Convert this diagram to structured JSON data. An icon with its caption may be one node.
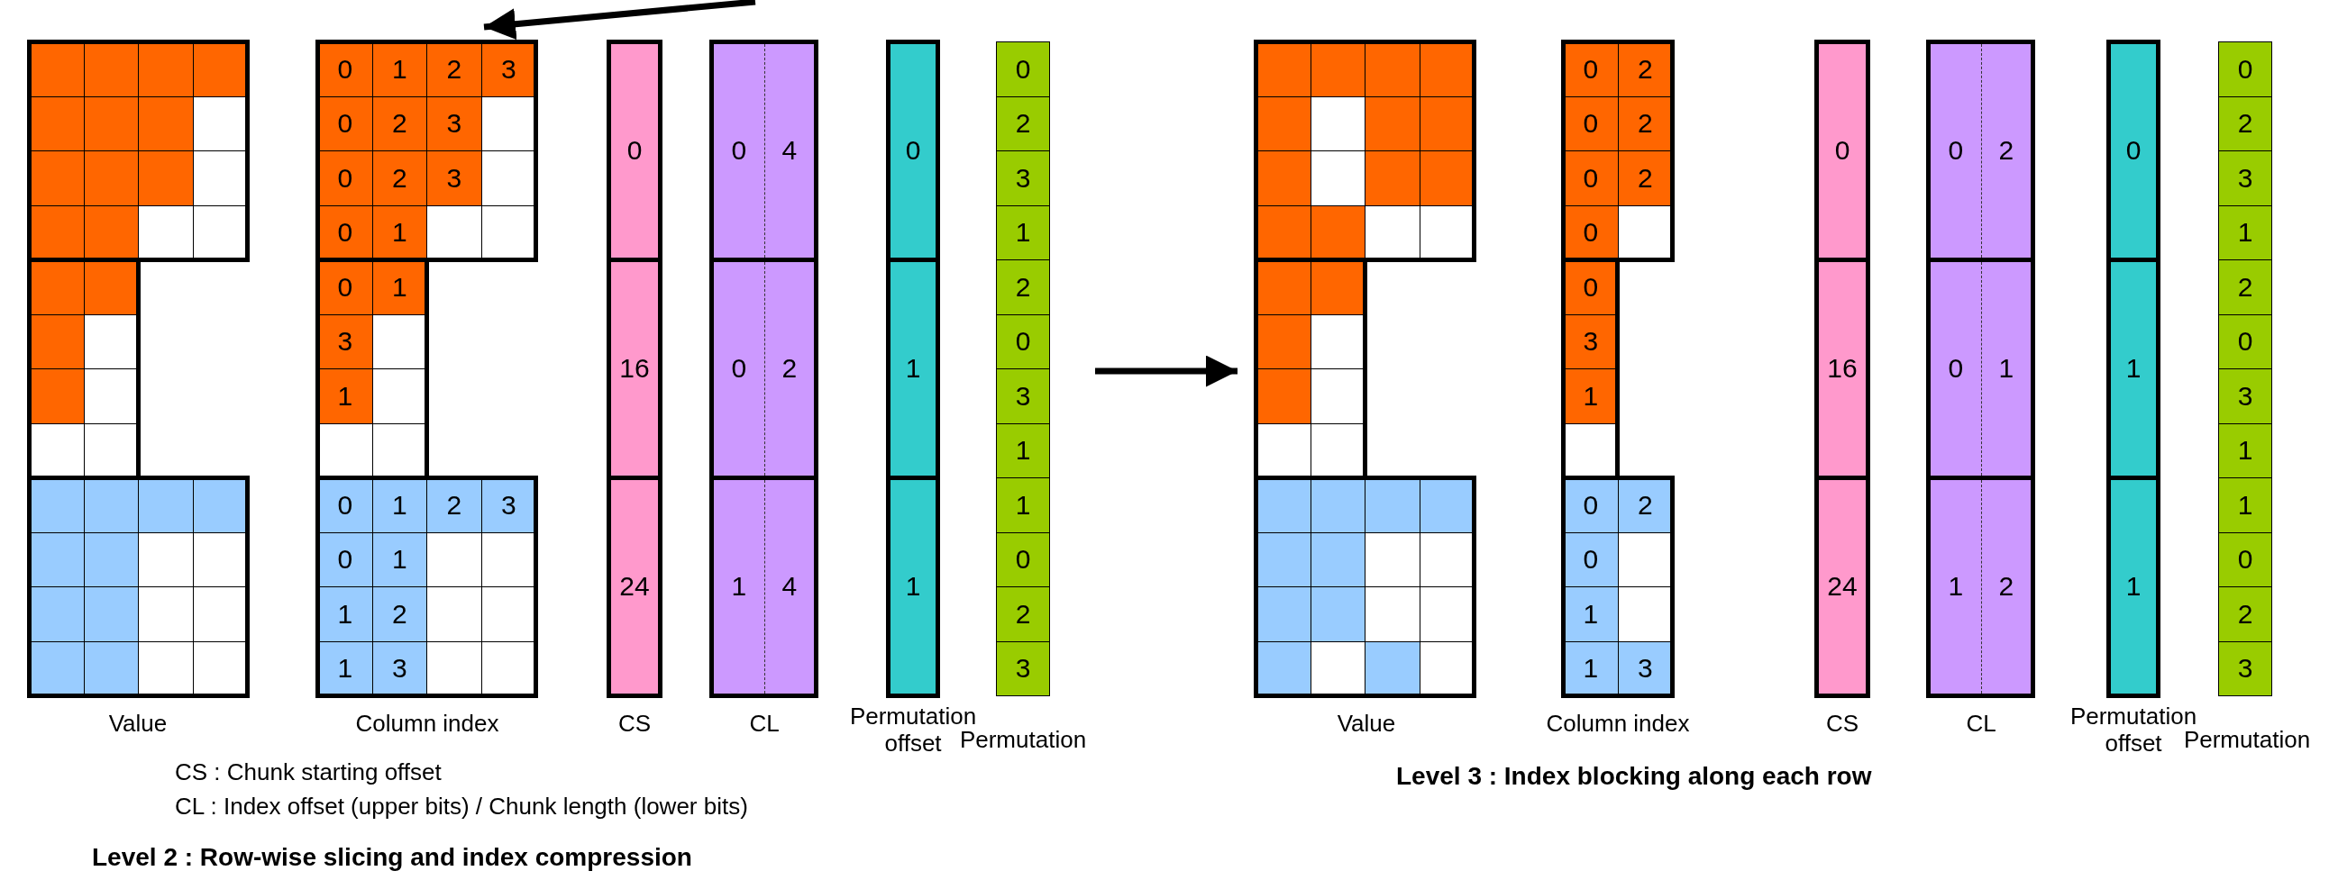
{
  "diagram": {
    "nodes": [
      {
        "text": [
          "Level 2 : Row-wise slicing and index compression"
        ]
      },
      {
        "text": [
          "Column index"
        ],
        "in": 0
      },
      {
        "text": [
          "Level 3 : Index blocking along each row"
        ]
      }
    ],
    "edges": [
      {
        "from": null,
        "to": 1,
        "arrow": "to"
      },
      {
        "from": 0,
        "to": 2,
        "arrow": "to"
      }
    ],
    "labels": [
      "Value",
      "0",
      "1",
      "2",
      "3",
      "0",
      "2",
      "3",
      "0",
      "2",
      "3",
      "0",
      "1",
      "0",
      "1",
      "3",
      "1",
      "0",
      "1",
      "2",
      "3",
      "0",
      "1",
      "1",
      "2",
      "1",
      "3",
      "0",
      "16",
      "24",
      "CS",
      "0",
      "4",
      "0",
      "2",
      "1",
      "4",
      "CL",
      "0",
      "1",
      "1",
      "Permutation offset",
      "0",
      "2",
      "3",
      "1",
      "2",
      "0",
      "3",
      "1",
      "1",
      "0",
      "2",
      "3",
      "Permutation",
      "CS : Chunk starting offset",
      "CL : Index offset (upper bits) / Chunk length (lower bits)",
      "Value",
      "0",
      "2",
      "0",
      "2",
      "0",
      "2",
      "0",
      "0",
      "3",
      "1",
      "0",
      "2",
      "0",
      "1",
      "1",
      "3",
      "Column index",
      "0",
      "16",
      "24",
      "CS",
      "0",
      "2",
      "0",
      "1",
      "1",
      "2",
      "CL",
      "0",
      "1",
      "1",
      "Permutation offset",
      "0",
      "2",
      "3",
      "1",
      "2",
      "0",
      "3",
      "1",
      "1",
      "0",
      "2",
      "3",
      "Permutation"
    ]
  }
}
